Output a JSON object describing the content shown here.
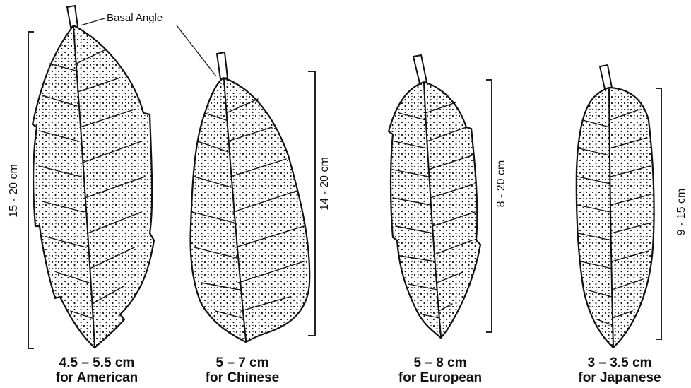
{
  "callout": {
    "label": "Basal Angle"
  },
  "leaves": [
    {
      "id": "american",
      "length_label": "15 - 20 cm",
      "width_label": "4.5 – 5.5 cm",
      "species_label": "for American"
    },
    {
      "id": "chinese",
      "length_label": "14 - 20 cm",
      "width_label": "5 – 7 cm",
      "species_label": "for Chinese"
    },
    {
      "id": "european",
      "length_label": "8 - 20 cm",
      "width_label": "5 – 8 cm",
      "species_label": "for European"
    },
    {
      "id": "japanese",
      "length_label": "9 - 15 cm",
      "width_label": "3 – 3.5 cm",
      "species_label": "for Japanese"
    }
  ]
}
